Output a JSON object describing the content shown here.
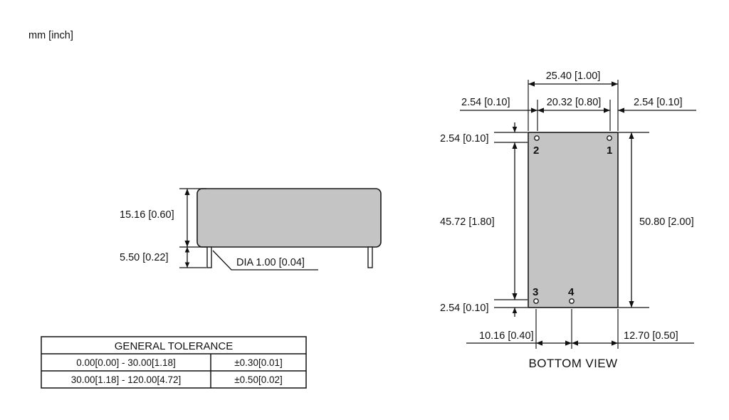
{
  "units_note": "mm [inch]",
  "side_view": {
    "height_dim": "15.16 [0.60]",
    "pin_length_dim": "5.50 [0.22]",
    "pin_dia_note": "DIA 1.00 [0.04]"
  },
  "bottom_view": {
    "label": "BOTTOM VIEW",
    "overall_width": "25.40 [1.00]",
    "inner_width": "20.32 [0.80]",
    "left_margin": "2.54 [0.10]",
    "right_margin": "2.54 [0.10]",
    "top_margin": "2.54 [0.10]",
    "bottom_margin": "2.54 [0.10]",
    "pad_span_height": "45.72 [1.80]",
    "overall_height": "50.80 [2.00]",
    "pad3_offset": "10.16 [0.40]",
    "pad4_offset": "12.70 [0.50]",
    "pads": [
      {
        "number": "2",
        "position": "top-left"
      },
      {
        "number": "1",
        "position": "top-right"
      },
      {
        "number": "3",
        "position": "bottom-left"
      },
      {
        "number": "4",
        "position": "bottom-mid"
      }
    ]
  },
  "tolerance_table": {
    "title": "GENERAL TOLERANCE",
    "rows": [
      {
        "range": "0.00[0.00] - 30.00[1.18]",
        "tolerance": "±0.30[0.01]"
      },
      {
        "range": "30.00[1.18] - 120.00[4.72]",
        "tolerance": "±0.50[0.02]"
      }
    ]
  },
  "colors": {
    "body_gray": "#c4c4c4",
    "line_black": "#111111",
    "background": "#ffffff"
  }
}
